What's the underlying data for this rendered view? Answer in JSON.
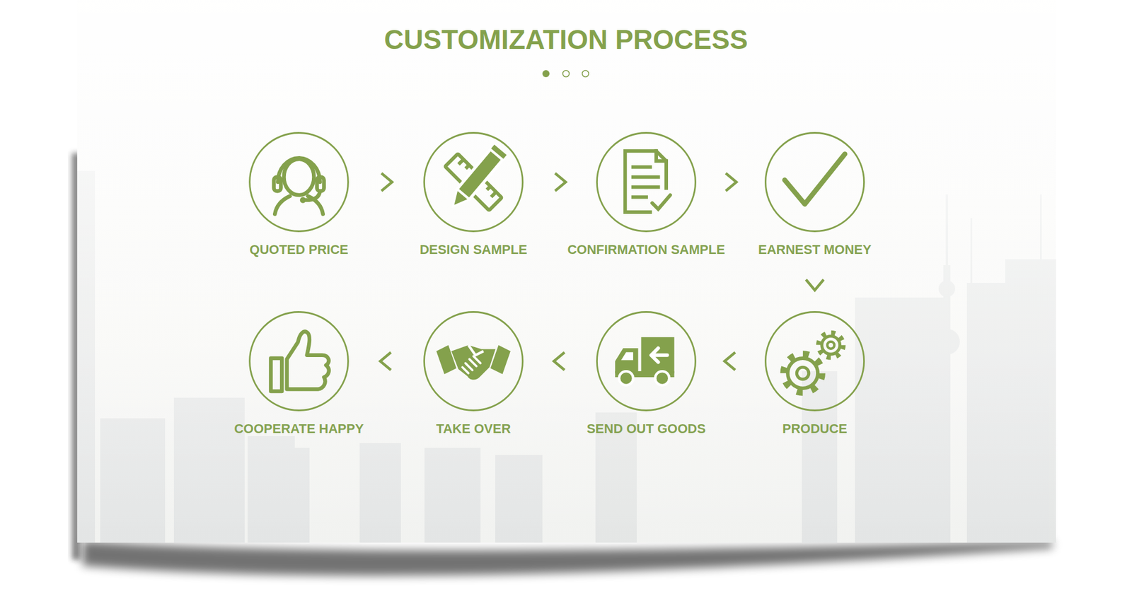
{
  "diagram": {
    "title": "CUSTOMIZATION PROCESS",
    "nodes": [
      {
        "text": [
          "QUOTED PRICE"
        ]
      },
      {
        "text": [
          "DESIGN SAMPLE"
        ]
      },
      {
        "text": [
          "CONFIRMATION SAMPLE"
        ]
      },
      {
        "text": [
          "EARNEST MONEY"
        ]
      },
      {
        "text": [
          "PRODUCE"
        ]
      },
      {
        "text": [
          "SEND OUT GOODS"
        ]
      },
      {
        "text": [
          "TAKE OVER"
        ]
      },
      {
        "text": [
          "COOPERATE HAPPY"
        ]
      }
    ],
    "edges": [
      {
        "from": 0,
        "to": 1,
        "arrow": "to"
      },
      {
        "from": 1,
        "to": 2,
        "arrow": "to"
      },
      {
        "from": 2,
        "to": 3,
        "arrow": "to"
      },
      {
        "from": 3,
        "to": 4,
        "arrow": "to"
      },
      {
        "from": 4,
        "to": 5,
        "arrow": "to"
      },
      {
        "from": 5,
        "to": 6,
        "arrow": "to"
      },
      {
        "from": 6,
        "to": 7,
        "arrow": "to"
      }
    ]
  }
}
